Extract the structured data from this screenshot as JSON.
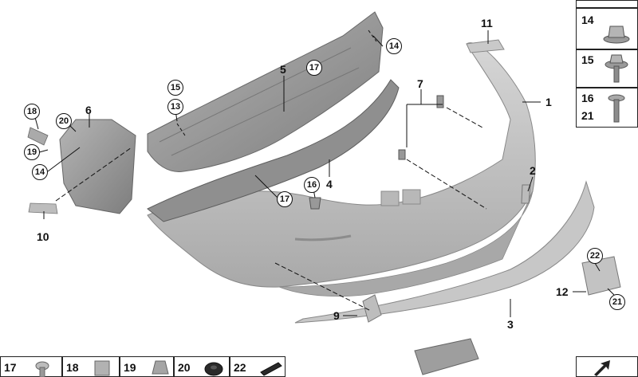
{
  "callouts": {
    "p1": "1",
    "p2": "2",
    "p3": "3",
    "p4": "4",
    "p5": "5",
    "p6": "6",
    "p7": "7",
    "p9": "9",
    "p10": "10",
    "p11": "11",
    "p12": "12"
  },
  "circled": {
    "c14a": "14",
    "c14b": "14",
    "c15": "15",
    "c13": "13",
    "c17a": "17",
    "c17b": "17",
    "c16": "16",
    "c18": "18",
    "c19": "19",
    "c20": "20",
    "c22": "22",
    "c21": "21"
  },
  "side_table": {
    "r14": "14",
    "r15": "15",
    "r16": "16",
    "r21": "21"
  },
  "bottom_table": {
    "b17": "17",
    "b18": "18",
    "b19": "19",
    "b20": "20",
    "b22": "22"
  },
  "colors": {
    "part_fill": "#c9c9c9",
    "part_dark": "#9a9a9a",
    "line": "#111111"
  }
}
